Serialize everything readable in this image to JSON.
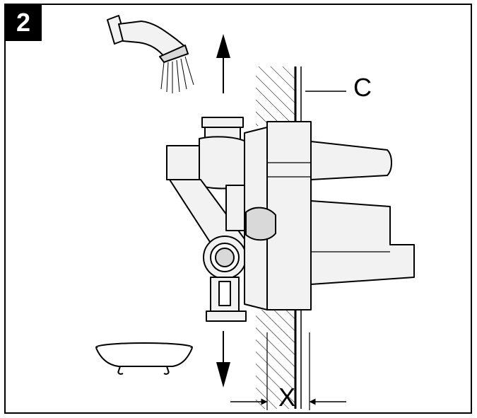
{
  "figure": {
    "step_number": "2",
    "label_c": "C",
    "label_x": "X"
  },
  "icons": {
    "shower": "shower-head-icon",
    "tub": "bathtub-icon",
    "valve": "diverter-valve-body",
    "arrow_up": "arrow-up-icon",
    "arrow_down": "arrow-down-icon"
  },
  "colors": {
    "line": "#000000",
    "background": "#ffffff",
    "fill_light": "#f2f2f2",
    "fill_mid": "#d9d9d9"
  }
}
